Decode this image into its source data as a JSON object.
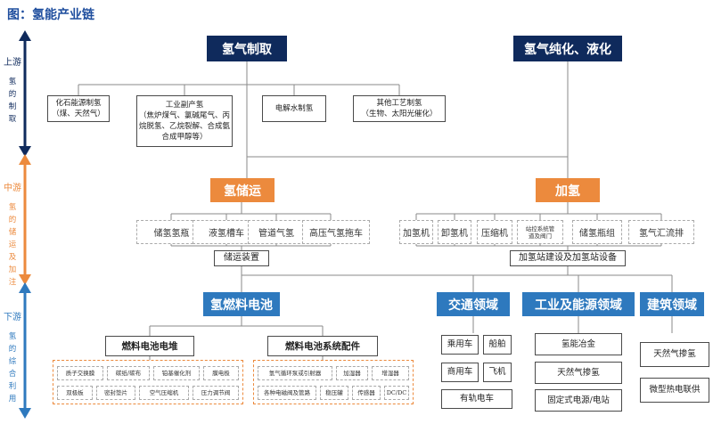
{
  "title": "图：氢能产业链",
  "colors": {
    "upstream": "#0f2a5c",
    "midstream": "#ec8a3d",
    "downstream": "#2e79be"
  },
  "phases": {
    "upstream": {
      "name": "上游",
      "desc": "氢的制取"
    },
    "midstream": {
      "name": "中游",
      "desc": "氢的储运及加注"
    },
    "downstream": {
      "name": "下游",
      "desc": "氢的综合利用"
    }
  },
  "upstream": {
    "production": "氢气制取",
    "purification": "氢气纯化、液化",
    "sources": [
      {
        "label": "化石能源制氢",
        "sub": "（煤、天然气）"
      },
      {
        "label": "工业副产氢",
        "sub": "（焦炉煤气、氯碱尾气、丙烷脱氢、乙烷裂解、合成氨合成甲醇等）"
      },
      {
        "label": "电解水制氢",
        "sub": ""
      },
      {
        "label": "其他工艺制氢",
        "sub": "（生物、太阳光催化）"
      }
    ]
  },
  "midstream": {
    "storage": "氢储运",
    "refuel": "加氢",
    "storage_items": [
      "储氢氢瓶",
      "液氢槽车",
      "管道气氢",
      "高压气氢拖车"
    ],
    "refuel_items": [
      "加氢机",
      "卸氢机",
      "压缩机",
      "站控系统管道及阀门",
      "储氢瓶组",
      "氢气汇流排"
    ],
    "storage_device": "储运装置",
    "refuel_device": "加氢站建设及加氢站设备"
  },
  "downstream": {
    "fuel_cell": "氢燃料电池",
    "transport": "交通领域",
    "industry": "工业及能源领域",
    "building": "建筑领域",
    "stack": "燃料电池电堆",
    "system": "燃料电池系统配件",
    "stack_parts": [
      "质子交换膜",
      "碳纸/碳布",
      "铂基催化剂",
      "膜电极",
      "双极板",
      "密封垫片",
      "空气压缩机",
      "压力调节阀"
    ],
    "system_parts": [
      "氢气循环泵或引射器",
      "加湿器",
      "增湿器",
      "各种电磁阀及管路",
      "稳压罐",
      "传感器",
      "DC/DC"
    ],
    "transport_items": [
      "乘用车",
      "船舶",
      "商用车",
      "飞机",
      "有轨电车"
    ],
    "industry_items": [
      "氢能冶金",
      "天然气掺氢",
      "固定式电源/电站"
    ],
    "building_items": [
      "天然气掺氢",
      "微型热电联供"
    ]
  }
}
